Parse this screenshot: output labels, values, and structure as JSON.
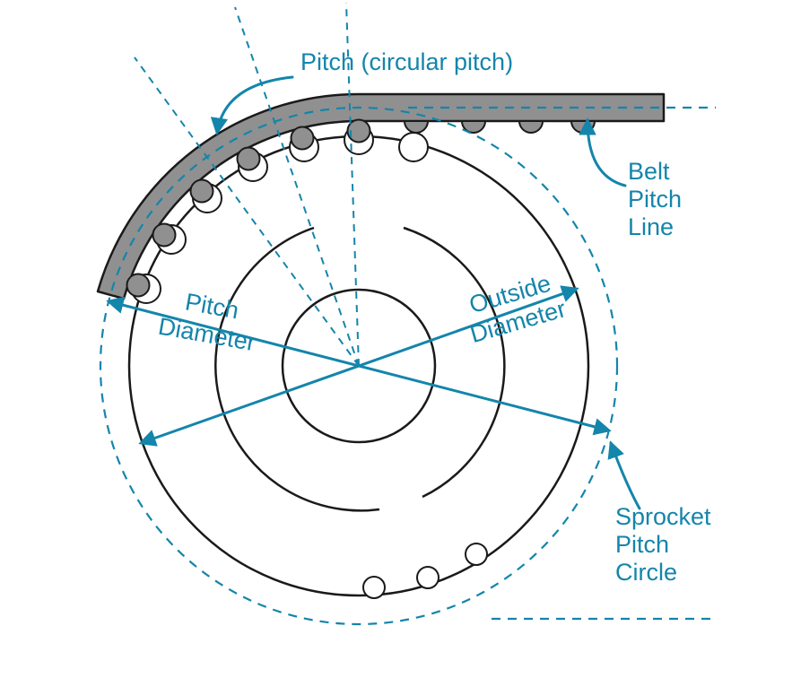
{
  "diagram": {
    "colors": {
      "accent": "#1485ab",
      "belt": "#909090",
      "outline": "#1a1a1a",
      "background": "#ffffff"
    },
    "labels": {
      "pitch": "Pitch  (circular pitch)",
      "belt_pitch_line": {
        "line1": "Belt",
        "line2": "Pitch",
        "line3": "Line"
      },
      "pitch_diameter": {
        "line1": "Pitch",
        "line2": "Diameter"
      },
      "outside_diameter": {
        "line1": "Outside",
        "line2": "Diameter"
      },
      "sprocket_pitch_circle": {
        "line1": "Sprocket",
        "line2": "Pitch",
        "line3": "Circle"
      }
    }
  }
}
